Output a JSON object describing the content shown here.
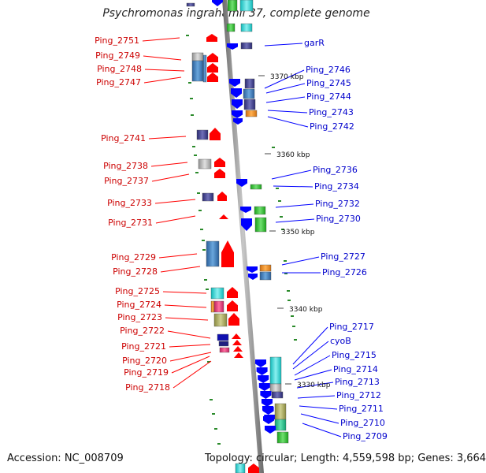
{
  "title": "Psychromonas ingrahamii 37, complete genome",
  "footer": {
    "accession": "Accession: NC_008709",
    "topology": "Topology: circular; Length: 4,559,598 bp; Genes: 3,664"
  },
  "ticks": [
    "3370 kbp",
    "3360 kbp",
    "3350 kbp",
    "3340 kbp",
    "3330 kbp"
  ],
  "left_labels": [
    "Ping_2751",
    "Ping_2749",
    "Ping_2748",
    "Ping_2747",
    "Ping_2741",
    "Ping_2738",
    "Ping_2737",
    "Ping_2733",
    "Ping_2731",
    "Ping_2729",
    "Ping_2728",
    "Ping_2725",
    "Ping_2724",
    "Ping_2723",
    "Ping_2722",
    "Ping_2721",
    "Ping_2720",
    "Ping_2719",
    "Ping_2718"
  ],
  "right_labels": [
    "garR",
    "Ping_2746",
    "Ping_2745",
    "Ping_2744",
    "Ping_2743",
    "Ping_2742",
    "Ping_2736",
    "Ping_2734",
    "Ping_2732",
    "Ping_2730",
    "Ping_2727",
    "Ping_2726",
    "Ping_2717",
    "cyoB",
    "Ping_2715",
    "Ping_2714",
    "Ping_2713",
    "Ping_2712",
    "Ping_2711",
    "Ping_2710",
    "Ping_2709"
  ],
  "colors": {
    "forward_strand": "#ff0000",
    "reverse_strand": "#0000ff",
    "left_label": "#cc0000",
    "right_label": "#0000cc",
    "backbone": "#8a8a8a",
    "tick": "#2a8a2a"
  }
}
